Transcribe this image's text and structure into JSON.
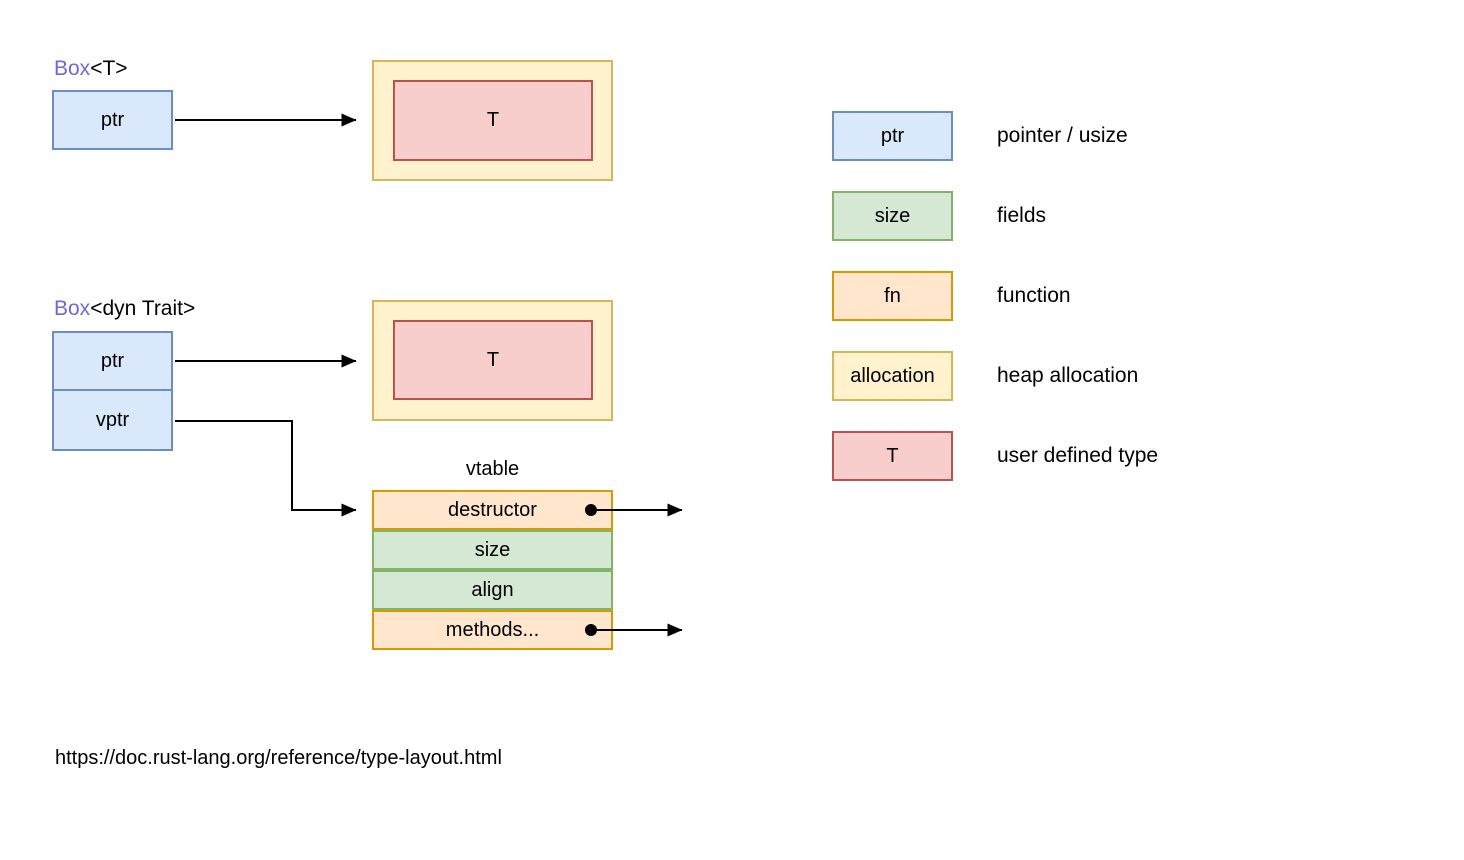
{
  "colors": {
    "pointer_fill": "#dae8fc",
    "pointer_stroke": "#6c8ebf",
    "field_fill": "#d5e8d4",
    "field_stroke": "#82b366",
    "fn_fill": "#ffe6cc",
    "fn_stroke": "#d79b00",
    "alloc_fill": "#fff2cc",
    "alloc_stroke": "#d6b656",
    "type_fill": "#f8cecc",
    "type_stroke": "#b85450",
    "box_keyword_text": "#6b68e3",
    "arrow": "#000000"
  },
  "box_t": {
    "title_keyword": "Box",
    "title_type": "<T>",
    "ptr_label": "ptr",
    "type_label": "T"
  },
  "box_dyn_trait": {
    "title_keyword": "Box",
    "title_type": "<dyn Trait>",
    "ptr_label": "ptr",
    "vptr_label": "vptr",
    "type_label": "T",
    "vtable": {
      "title": "vtable",
      "rows": [
        {
          "label": "destructor"
        },
        {
          "label": "size"
        },
        {
          "label": "align"
        },
        {
          "label": "methods..."
        }
      ]
    }
  },
  "legend": {
    "items": [
      {
        "swatch_label": "ptr",
        "description": "pointer / usize"
      },
      {
        "swatch_label": "size",
        "description": "fields"
      },
      {
        "swatch_label": "fn",
        "description": "function"
      },
      {
        "swatch_label": "allocation",
        "description": "heap allocation"
      },
      {
        "swatch_label": "T",
        "description": "user defined type"
      }
    ]
  },
  "footer": {
    "url": "https://doc.rust-lang.org/reference/type-layout.html"
  }
}
